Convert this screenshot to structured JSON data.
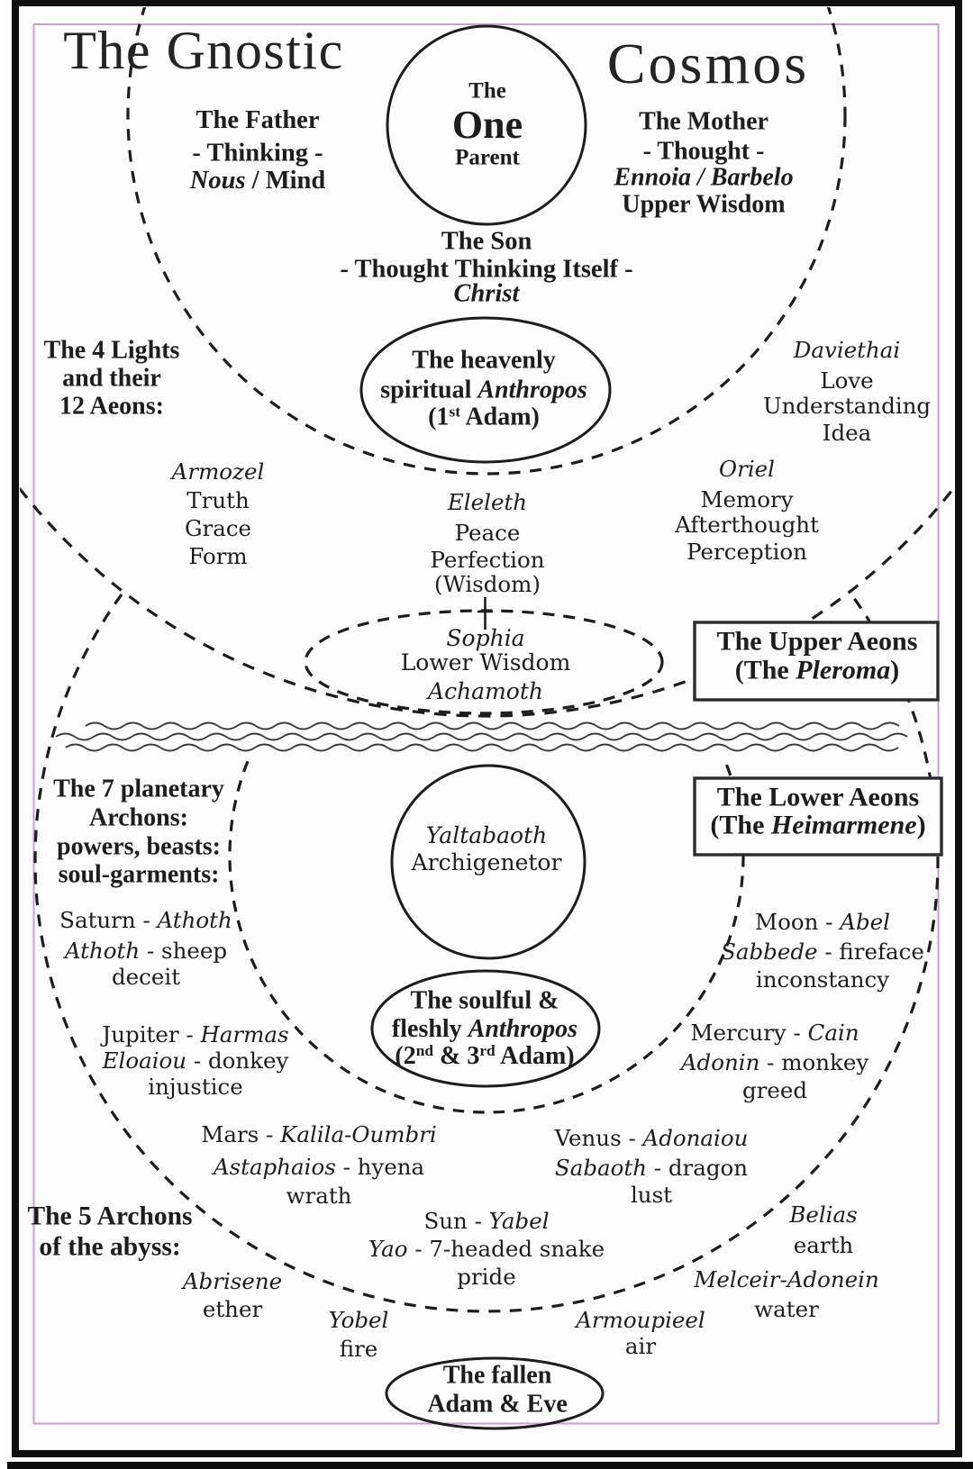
{
  "diagram_title": {
    "left": "The Gnostic",
    "right": "Cosmos"
  },
  "colors": {
    "ink": "#1d1d1d",
    "frame": "#0f0f0f",
    "inner_border": "#c79fd0",
    "background": "#fdfdfd"
  },
  "labels": {
    "one_the": [
      [
        "The"
      ]
    ],
    "one_one": [
      [
        "One"
      ]
    ],
    "one_parent": [
      [
        "Parent"
      ]
    ],
    "father": [
      [
        "The Father"
      ],
      [
        "- Thinking -"
      ],
      [
        "Nous",
        " / Mind"
      ]
    ],
    "mother": [
      [
        "The Mother"
      ],
      [
        "- Thought -"
      ],
      [
        "Ennoia / Barbelo"
      ],
      [
        "Upper Wisdom"
      ]
    ],
    "son": [
      [
        "The Son"
      ],
      [
        "- Thought Thinking Itself -"
      ],
      [
        "Christ"
      ]
    ],
    "heavenly": [
      [
        "The heavenly"
      ],
      [
        "spiritual ",
        "Anthropos"
      ],
      [
        "(1",
        "st",
        " Adam)"
      ]
    ],
    "four_lights": [
      [
        "The 4 Lights"
      ],
      [
        "and their"
      ],
      [
        "12 Aeons:"
      ]
    ],
    "daviethai": [
      [
        "Daviethai"
      ],
      [
        "Love"
      ],
      [
        "Understanding"
      ],
      [
        "Idea"
      ]
    ],
    "armozel": [
      [
        "Armozel"
      ],
      [
        "Truth"
      ],
      [
        "Grace"
      ],
      [
        "Form"
      ]
    ],
    "eleleth": [
      [
        "Eleleth"
      ],
      [
        "Peace"
      ],
      [
        "Perfection"
      ],
      [
        "(Wisdom)"
      ]
    ],
    "oriel": [
      [
        "Oriel"
      ],
      [
        "Memory"
      ],
      [
        "Afterthought"
      ],
      [
        "Perception"
      ]
    ],
    "sophia": [
      [
        "Sophia"
      ],
      [
        "Lower Wisdom"
      ],
      [
        "Achamoth"
      ]
    ],
    "upper_aeons": [
      [
        "The Upper Aeons"
      ],
      [
        "(The ",
        "Pleroma",
        ")"
      ]
    ],
    "seven_archons": [
      [
        "The 7 planetary"
      ],
      [
        "Archons:"
      ],
      [
        "powers, beasts:"
      ],
      [
        "soul-garments:"
      ]
    ],
    "lower_aeons": [
      [
        "The Lower Aeons"
      ],
      [
        "(The ",
        "Heimarmene",
        ")"
      ]
    ],
    "yaltabaoth": [
      [
        "Yaltabaoth"
      ],
      [
        "Archigenetor"
      ]
    ],
    "saturn": [
      [
        "Saturn - ",
        "Athoth"
      ],
      [
        "Athoth",
        " - sheep"
      ],
      [
        "deceit"
      ]
    ],
    "moon": [
      [
        "Moon - ",
        "Abel"
      ],
      [
        "Sabbede",
        " - fireface"
      ],
      [
        "inconstancy"
      ]
    ],
    "jupiter": [
      [
        "Jupiter - ",
        "Harmas"
      ],
      [
        "Eloaiou",
        " - donkey"
      ],
      [
        "injustice"
      ]
    ],
    "mercury": [
      [
        "Mercury - ",
        "Cain"
      ],
      [
        "Adonin",
        " - monkey"
      ],
      [
        "greed"
      ]
    ],
    "soulful": [
      [
        "The soulful &"
      ],
      [
        "fleshly ",
        "Anthropos"
      ],
      [
        "(2",
        "nd",
        " & 3",
        "rd",
        " Adam)"
      ]
    ],
    "mars": [
      [
        "Mars - ",
        "Kalila-Oumbri"
      ],
      [
        "Astaphaios",
        " - hyena"
      ],
      [
        "wrath"
      ]
    ],
    "venus": [
      [
        "Venus - ",
        "Adonaiou"
      ],
      [
        "Sabaoth",
        " - dragon"
      ],
      [
        "lust"
      ]
    ],
    "five_archons": [
      [
        "The 5 Archons"
      ],
      [
        "of the abyss:"
      ]
    ],
    "sun": [
      [
        "Sun - ",
        "Yabel"
      ],
      [
        "Yao",
        " - 7-headed snake"
      ],
      [
        "pride"
      ]
    ],
    "belias": [
      [
        "Belias"
      ],
      [
        "earth"
      ]
    ],
    "abrisene": [
      [
        "Abrisene"
      ],
      [
        "ether"
      ]
    ],
    "melceir": [
      [
        "Melceir-Adonein"
      ],
      [
        "water"
      ]
    ],
    "yobel": [
      [
        "Yobel"
      ],
      [
        "fire"
      ]
    ],
    "armoupieel": [
      [
        "Armoupieel"
      ],
      [
        "air"
      ]
    ],
    "fallen": [
      [
        "The fallen"
      ],
      [
        "Adam & Eve"
      ]
    ]
  }
}
